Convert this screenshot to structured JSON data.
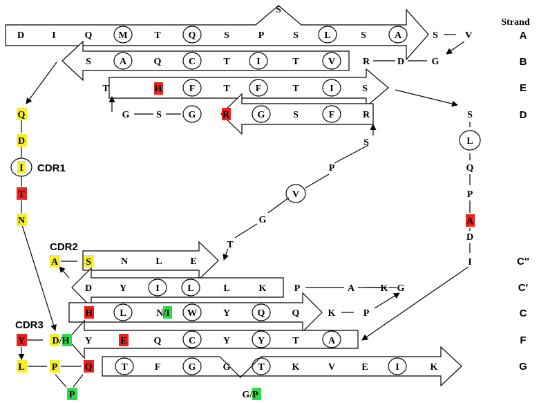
{
  "strands_header": "Strand",
  "strand_labels": [
    "A",
    "B",
    "E",
    "D",
    "C''",
    "C'",
    "C",
    "F",
    "G"
  ],
  "cdr_labels": {
    "cdr1": "CDR1",
    "cdr2": "CDR2",
    "cdr3": "CDR3"
  },
  "colors": {
    "red": "#e8221c",
    "yellow": "#f5ee2a",
    "green": "#2fd94a"
  },
  "residues": {
    "A": [
      "D",
      "I",
      "Q",
      "M",
      "T",
      "Q",
      "S",
      "P",
      "S",
      "L",
      "S",
      "A"
    ],
    "A_top": "S",
    "A_tail": [
      "S",
      "V"
    ],
    "B": [
      "S",
      "A",
      "Q",
      "C",
      "T",
      "I",
      "T",
      "V"
    ],
    "B_tail": [
      "R",
      "D",
      "G"
    ],
    "E": [
      "T",
      "H",
      "F",
      "T",
      "F",
      "T",
      "I",
      "S"
    ],
    "D": [
      "G",
      "S",
      "G",
      "R",
      "G",
      "S",
      "F",
      "R"
    ],
    "loop_DE": [
      "S",
      "L",
      "Q",
      "P",
      "A",
      "D",
      "I"
    ],
    "loop_CC": [
      "S",
      "P",
      "V",
      "G",
      "T"
    ],
    "Cpp": [
      "N",
      "L",
      "E"
    ],
    "Cp": [
      "D",
      "Y",
      "I",
      "L",
      "L",
      "K"
    ],
    "Cp_tail": [
      "P",
      "A",
      "K",
      "G"
    ],
    "C": [
      "H",
      "L",
      "N/I",
      "W",
      "Y",
      "Q",
      "Q"
    ],
    "C_tail": [
      "K",
      "P"
    ],
    "F": [
      "Y",
      "D/H",
      "E",
      "Q",
      "C",
      "Y",
      "Y",
      "T",
      "A"
    ],
    "G": [
      "L",
      "P",
      "Q",
      "T",
      "F",
      "G",
      "G",
      "T",
      "K",
      "V",
      "E",
      "I",
      "K"
    ],
    "G_bottom": [
      "P",
      "G/P"
    ],
    "CDR1": [
      "Q",
      "D",
      "I",
      "T",
      "N"
    ],
    "CDR2": [
      "A",
      "S"
    ]
  }
}
